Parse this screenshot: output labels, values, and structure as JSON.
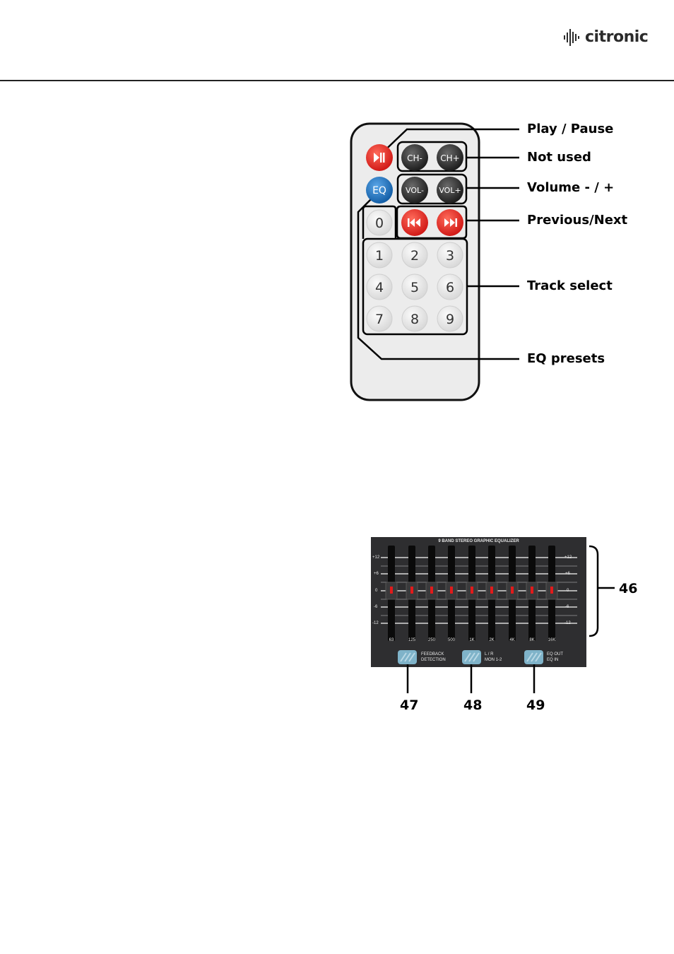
{
  "header": {
    "brand": "citronic"
  },
  "remote": {
    "buttons": {
      "play_pause_icon": "play-pause-icon",
      "ch_minus": "CH-",
      "ch_plus": "CH+",
      "eq": "EQ",
      "vol_minus": "VOL-",
      "vol_plus": "VOL+",
      "prev_icon": "previous-icon",
      "next_icon": "next-icon",
      "digits": [
        "0",
        "1",
        "2",
        "3",
        "4",
        "5",
        "6",
        "7",
        "8",
        "9"
      ]
    },
    "callouts": {
      "play_pause": "Play / Pause",
      "not_used": "Not used",
      "volume": "Volume - / +",
      "prev_next": "Previous/Next",
      "track_select": "Track select",
      "eq_presets": "EQ presets"
    },
    "colors": {
      "red_button": "#e52421",
      "blue_button": "#1f6fb8",
      "dark_button": "#2a2a2a",
      "digit_button": "#e6e6e6"
    }
  },
  "equalizer": {
    "title": "9 BAND STEREO GRAPHIC EQUALIZER",
    "scale_left": [
      "+12",
      "+6",
      "0",
      "-6",
      "-12"
    ],
    "scale_right": [
      "+12",
      "+6",
      "0",
      "-6",
      "-12"
    ],
    "bands": [
      "63",
      "125",
      "250",
      "500",
      "1K",
      "2K",
      "4K",
      "8K",
      "16K"
    ],
    "switches": [
      {
        "line1": "FEEDBACK",
        "line2": "DETECTION",
        "callout": "47"
      },
      {
        "line1": "L / R",
        "line2": "MON 1-2",
        "callout": "48"
      },
      {
        "line1": "EQ OUT",
        "line2": "EQ IN",
        "callout": "49"
      }
    ],
    "bracket_callout": "46",
    "colors": {
      "panel": "#2e2e30",
      "led": "#e11b1b",
      "switch": "#7fb3c9"
    }
  }
}
